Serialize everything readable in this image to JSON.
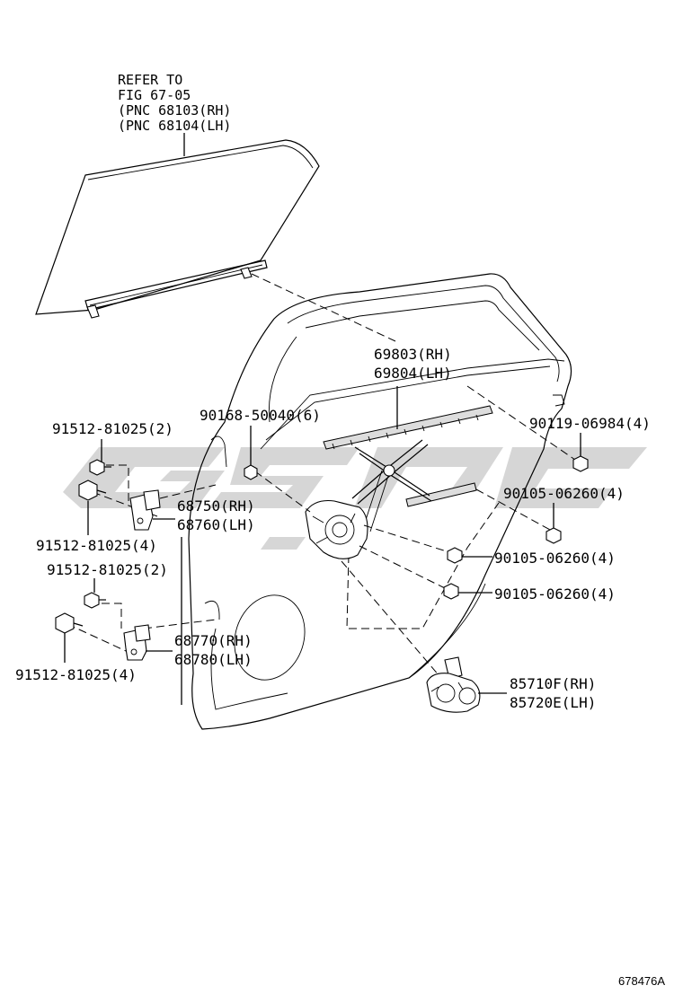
{
  "reference_note": [
    "REFER TO",
    "FIG 67-05",
    "(PNC 68103(RH)",
    "(PNC 68104(LH)"
  ],
  "labels": {
    "run_channel": [
      "69803(RH)",
      "69804(LH)"
    ],
    "bolt_90168": "90168-50040(6)",
    "bolt_91512_upper_small": "91512-81025(2)",
    "bolt_91512_upper_large": "91512-81025(4)",
    "hinge_upper": [
      "68750(RH)",
      "68760(LH)"
    ],
    "bolt_91512_lower_small": "91512-81025(2)",
    "bolt_91512_lower_large": "91512-81025(4)",
    "hinge_lower": [
      "68770(RH)",
      "68780(LH)"
    ],
    "bolt_90119": "90119-06984(4)",
    "bolt_90105_a": "90105-06260(4)",
    "bolt_90105_b": "90105-06260(4)",
    "bolt_90105_c": "90105-06260(4)",
    "motor": [
      "85710F(RH)",
      "85720E(LH)"
    ]
  },
  "figure_number": "678476A",
  "watermark_colors": {
    "grey": "#cfcfcf"
  }
}
